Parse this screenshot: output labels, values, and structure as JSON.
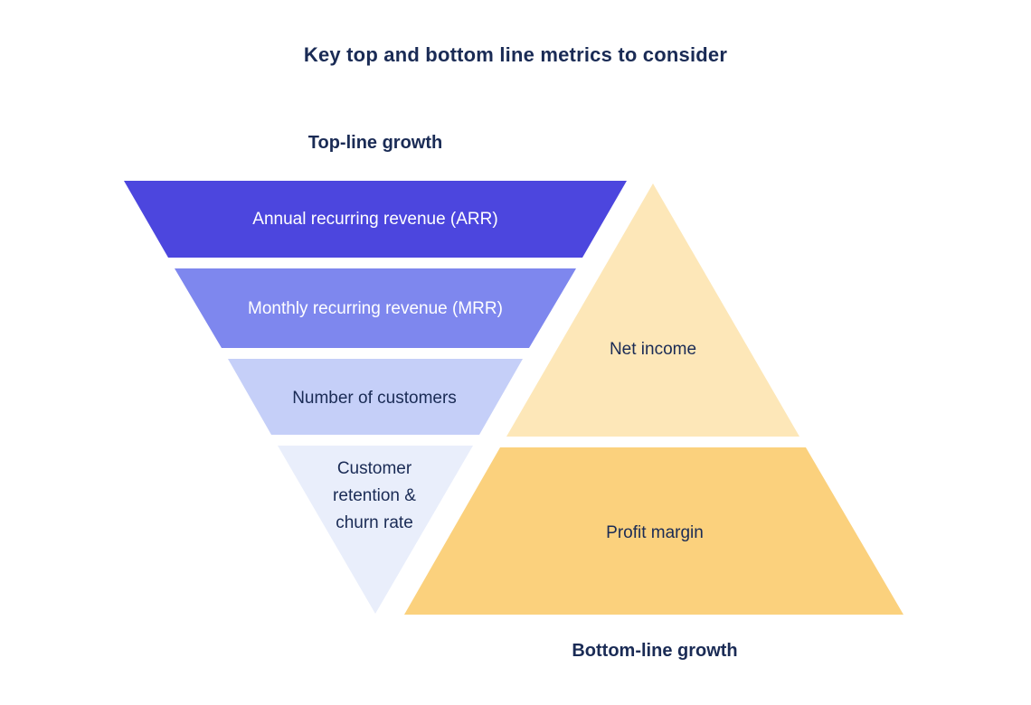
{
  "title": "Key top and bottom line metrics to consider",
  "colors": {
    "heading_text": "#1a2b55",
    "background": "#ffffff",
    "funnel_text_light": "#ffffff"
  },
  "funnel": {
    "label": "Top-line growth",
    "layers": [
      {
        "label": "Annual recurring revenue (ARR)",
        "color": "#4c46de",
        "text_color": "#ffffff"
      },
      {
        "label": "Monthly recurring revenue (MRR)",
        "color": "#7e87ee",
        "text_color": "#ffffff"
      },
      {
        "label": "Number of customers",
        "color": "#c5cff8",
        "text_color": "#1a2b55"
      },
      {
        "label": "Customer retention & churn rate",
        "color": "#e9eefb",
        "text_color": "#1a2b55"
      }
    ]
  },
  "pyramid": {
    "label": "Bottom-line growth",
    "layers": [
      {
        "label": "Net income",
        "color": "#fde7b8",
        "text_color": "#1a2b55"
      },
      {
        "label": "Profit margin",
        "color": "#fbd17d",
        "text_color": "#1a2b55"
      }
    ]
  }
}
